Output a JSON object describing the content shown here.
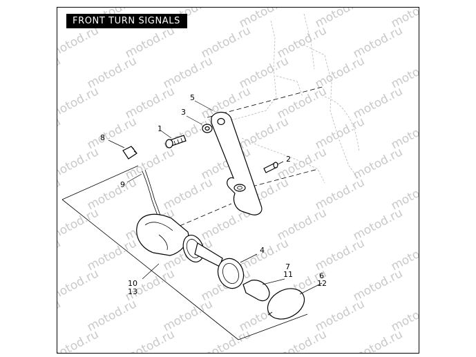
{
  "title": "FRONT TURN SIGNALS",
  "watermark": "motod.ru",
  "callouts": [
    {
      "id": "1",
      "text": "1"
    },
    {
      "id": "2",
      "text": "2"
    },
    {
      "id": "3",
      "text": "3"
    },
    {
      "id": "4",
      "text": "4"
    },
    {
      "id": "5",
      "text": "5"
    },
    {
      "id": "6",
      "text": "6"
    },
    {
      "id": "7",
      "text": "7"
    },
    {
      "id": "8",
      "text": "8"
    },
    {
      "id": "9",
      "text": "9"
    },
    {
      "id": "10",
      "text": "10"
    },
    {
      "id": "11",
      "text": "11"
    },
    {
      "id": "12",
      "text": "12"
    },
    {
      "id": "13",
      "text": "13"
    }
  ]
}
